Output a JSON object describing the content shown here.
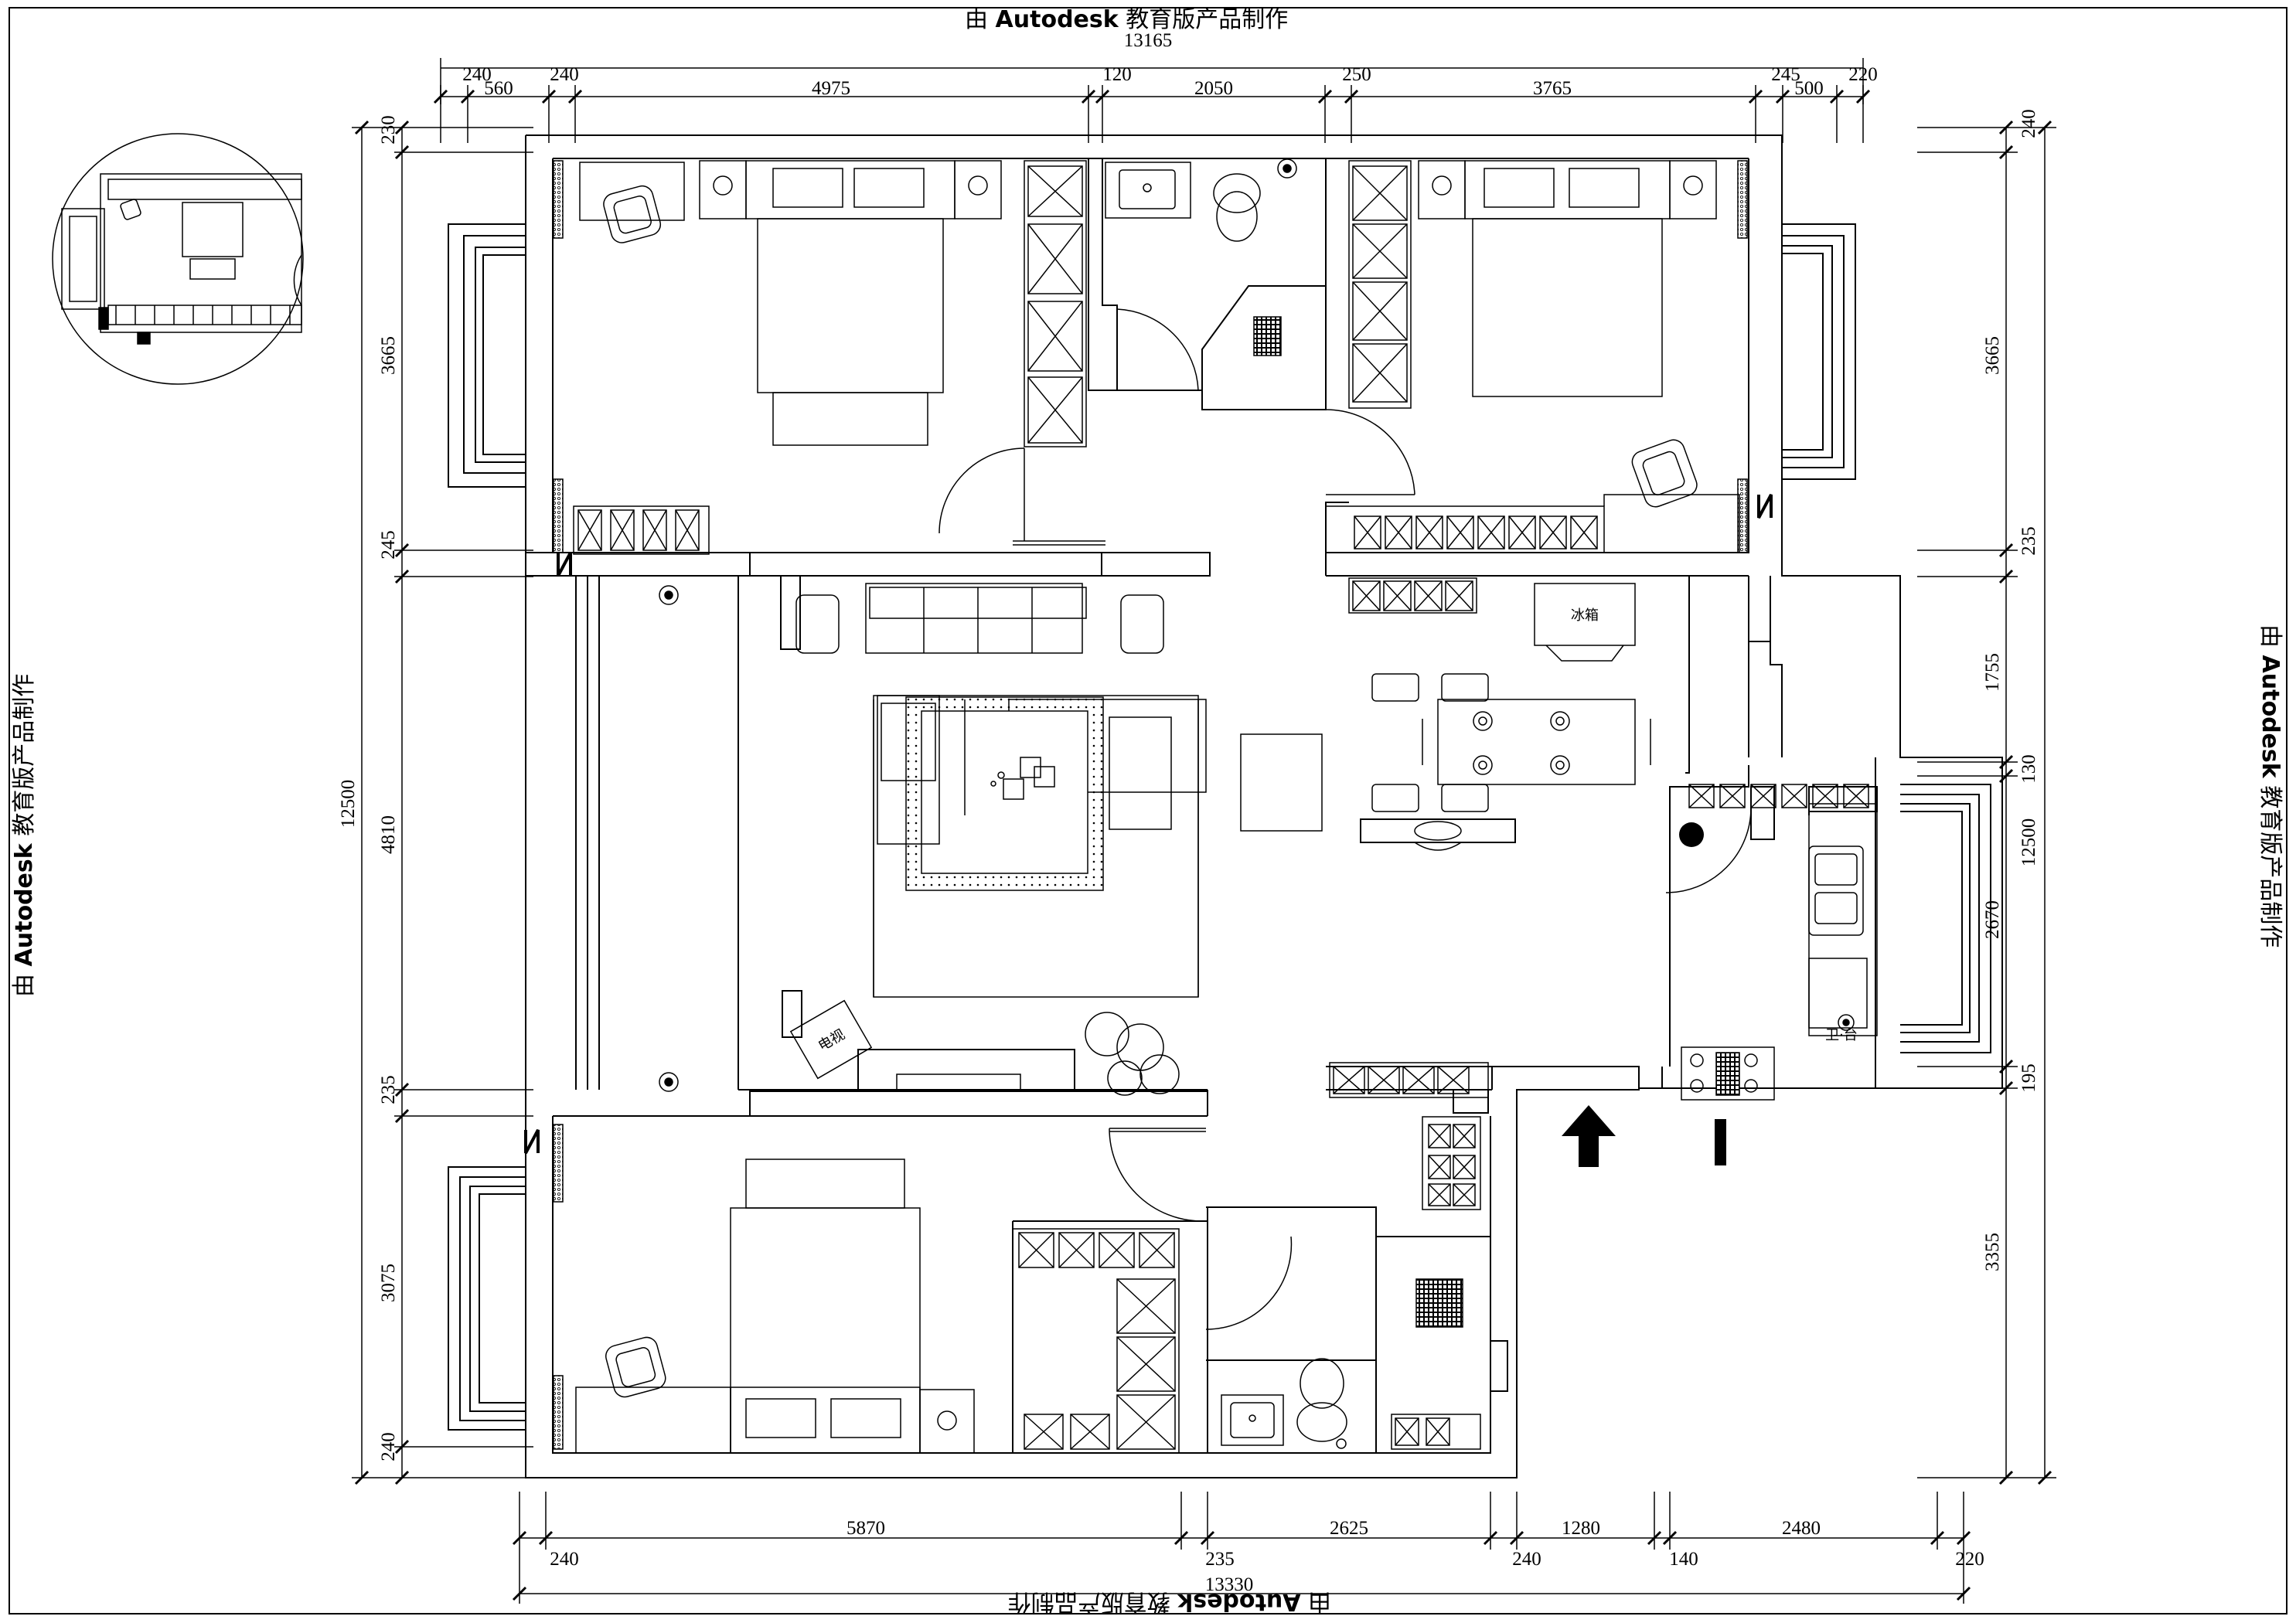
{
  "watermark": {
    "prefix": "由",
    "brand": "Autodesk",
    "suffix": "教育版产品制作"
  },
  "dimensions": {
    "top_total": "13165",
    "top_row1": [
      "240",
      "560",
      "240",
      "4975",
      "120",
      "2050",
      "250",
      "3765",
      "245",
      "500",
      "220"
    ],
    "bottom_row1": [
      "5870",
      "2625",
      "1280",
      "2480"
    ],
    "bottom_row2": [
      "240",
      "235",
      "240",
      "140",
      "220"
    ],
    "bottom_total": "13330",
    "left": [
      "230",
      "3665",
      "245",
      "4810",
      "235",
      "3075",
      "240"
    ],
    "left_total": "12500",
    "right": [
      "240",
      "3665",
      "235",
      "1755",
      "130",
      "2670",
      "195",
      "3355"
    ],
    "right_total": "12500"
  },
  "labels": {
    "fridge": "冰箱",
    "tv_cabinet": "电视",
    "kitchen_note": "卫·台"
  }
}
